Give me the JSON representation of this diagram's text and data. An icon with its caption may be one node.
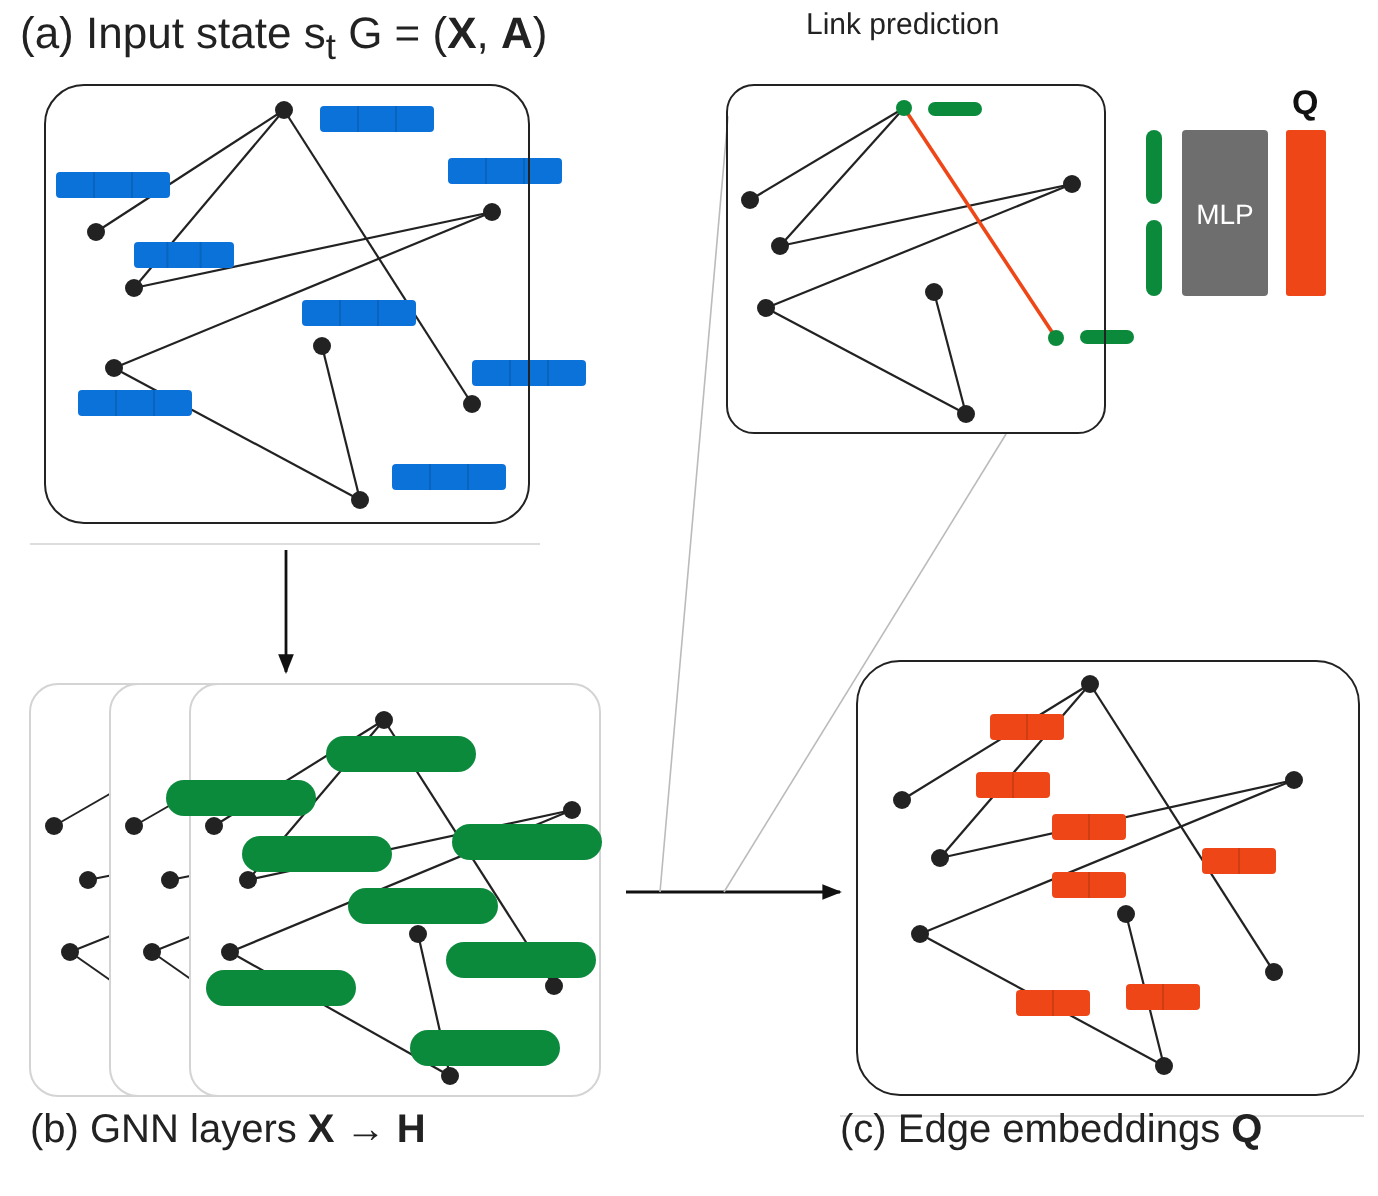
{
  "diagram": {
    "nodes": [
      {
        "text": [
          "(a) Input state s$_{t}$ G = (**X**, **A**)"
        ]
      },
      {
        "text": [
          "(b) GNN layers **X** → **H**"
        ]
      },
      {
        "text": [
          "(c) Edge embeddings **Q**"
        ]
      },
      {
        "text": [
          "Link prediction"
        ]
      },
      {
        "text": [
          "MLP"
        ]
      },
      {
        "text": [
          "Q"
        ]
      },
      {
        "text": [],
        "shape": "bar"
      },
      {
        "text": [],
        "shape": "bar"
      }
    ],
    "edges": [
      {
        "from": 0,
        "to": 1,
        "arrow": "to"
      },
      {
        "from": 1,
        "to": 2,
        "arrow": "to"
      },
      {
        "from": null,
        "to": 3,
        "arrow": "none",
        "color": "#bbbbbb"
      },
      {
        "from": null,
        "to": 3,
        "arrow": "none",
        "color": "#bbbbbb"
      }
    ]
  }
}
